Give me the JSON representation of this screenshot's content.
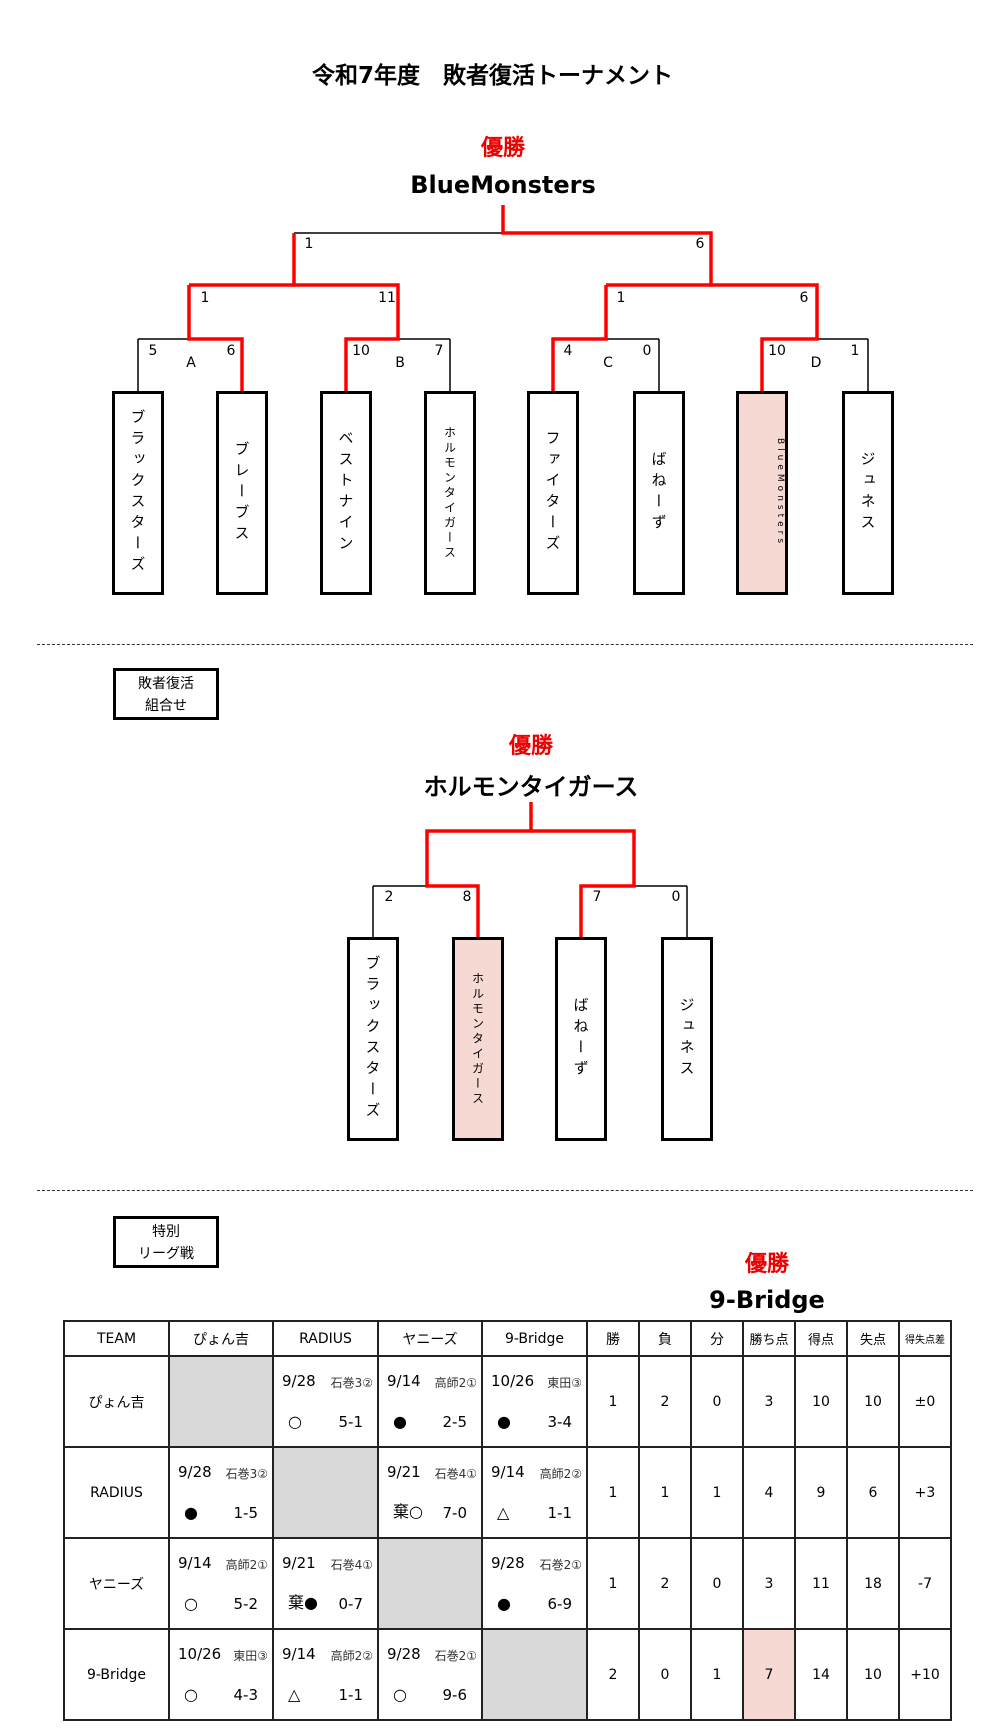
{
  "title": "令和7年度　敗者復活トーナメント",
  "main_bracket": {
    "champion_label": "優勝",
    "champion": "BlueMonsters",
    "teams": [
      "ブラックスターズ",
      "ブレーブス",
      "ベストナイン",
      "ホルモンタイガース",
      "ファイターズ",
      "ばねーず",
      "BlueMonsters",
      "ジュネス"
    ],
    "groups": [
      "A",
      "B",
      "C",
      "D"
    ],
    "round1_scores": [
      "5",
      "6",
      "10",
      "7",
      "4",
      "0",
      "10",
      "1"
    ],
    "round2_scores": [
      "1",
      "11",
      "1",
      "6"
    ],
    "final_scores": [
      "1",
      "6"
    ]
  },
  "consolation": {
    "section_label_1": "敗者復活",
    "section_label_2": "組合せ",
    "champion_label": "優勝",
    "champion": "ホルモンタイガース",
    "teams": [
      "ブラックスターズ",
      "ホルモンタイガース",
      "ばねーず",
      "ジュネス"
    ],
    "scores": [
      "2",
      "8",
      "7",
      "0"
    ]
  },
  "league": {
    "section_label_1": "特別",
    "section_label_2": "リーグ戦",
    "champion_label": "優勝",
    "champion": "9-Bridge",
    "headers": [
      "TEAM",
      "ぴょん吉",
      "RADIUS",
      "ヤニーズ",
      "9-Bridge",
      "勝",
      "負",
      "分",
      "勝ち点",
      "得点",
      "失点",
      "得失点差"
    ],
    "rows": [
      {
        "team": "ぴょん吉",
        "matches": [
          null,
          {
            "date": "9/28",
            "venue": "石巻3②",
            "result": "○",
            "score": "5-1"
          },
          {
            "date": "9/14",
            "venue": "高師2①",
            "result": "●",
            "score": "2-5"
          },
          {
            "date": "10/26",
            "venue": "東田③",
            "result": "●",
            "score": "3-4"
          }
        ],
        "stats": [
          "1",
          "2",
          "0",
          "3",
          "10",
          "10",
          "±0"
        ]
      },
      {
        "team": "RADIUS",
        "matches": [
          {
            "date": "9/28",
            "venue": "石巻3②",
            "result": "●",
            "score": "1-5"
          },
          null,
          {
            "date": "9/21",
            "venue": "石巻4①",
            "result": "棄○",
            "score": "7-0"
          },
          {
            "date": "9/14",
            "venue": "高師2②",
            "result": "△",
            "score": "1-1"
          }
        ],
        "stats": [
          "1",
          "1",
          "1",
          "4",
          "9",
          "6",
          "+3"
        ]
      },
      {
        "team": "ヤニーズ",
        "matches": [
          {
            "date": "9/14",
            "venue": "高師2①",
            "result": "○",
            "score": "5-2"
          },
          {
            "date": "9/21",
            "venue": "石巻4①",
            "result": "棄●",
            "score": "0-7"
          },
          null,
          {
            "date": "9/28",
            "venue": "石巻2①",
            "result": "●",
            "score": "6-9"
          }
        ],
        "stats": [
          "1",
          "2",
          "0",
          "3",
          "11",
          "18",
          "-7"
        ]
      },
      {
        "team": "9-Bridge",
        "matches": [
          {
            "date": "10/26",
            "venue": "東田③",
            "result": "○",
            "score": "4-3"
          },
          {
            "date": "9/14",
            "venue": "高師2②",
            "result": "△",
            "score": "1-1"
          },
          {
            "date": "9/28",
            "venue": "石巻2①",
            "result": "○",
            "score": "9-6"
          },
          null
        ],
        "stats": [
          "2",
          "0",
          "1",
          "7",
          "14",
          "10",
          "+10"
        ]
      }
    ]
  },
  "colors": {
    "winner_line": "#ff0000",
    "highlight": "#f6d9d3",
    "blank": "#d9d9d9"
  }
}
